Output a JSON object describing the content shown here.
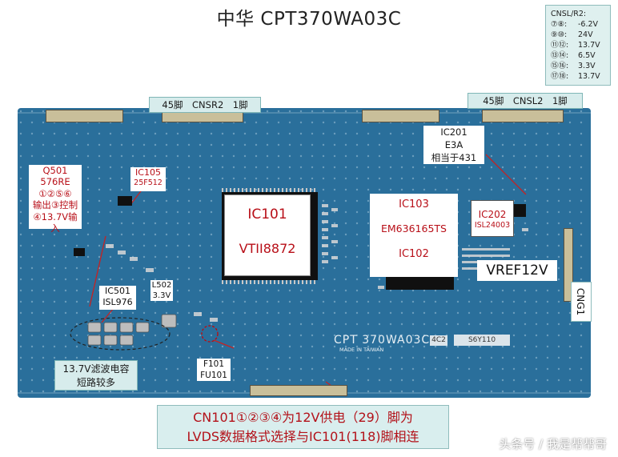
{
  "title": "中华 CPT370WA03C",
  "cnsl_box": {
    "header": "CNSL/R2:",
    "rows": [
      {
        "pins": "⑦⑧:",
        "value": "-6.2V"
      },
      {
        "pins": "⑨⑩:",
        "value": "24V"
      },
      {
        "pins": "⑪⑫:",
        "value": "13.7V"
      },
      {
        "pins": "⑬⑭:",
        "value": "6.5V"
      },
      {
        "pins": "⑮⑯:",
        "value": "3.3V"
      },
      {
        "pins": "⑰⑱:",
        "value": "13.7V"
      }
    ]
  },
  "cnsr2_label": "45脚　CNSR2　1脚",
  "cnsl2_label": "45脚　CNSL2　1脚",
  "ic201": {
    "line1": "IC201",
    "line2": "E3A",
    "line3": "相当于431"
  },
  "q501": {
    "line1": "Q501",
    "line2": "576RE",
    "line3": "①②⑤⑥",
    "line4": "输出③控制",
    "line5": "④13.7V输入"
  },
  "ic105": {
    "line1": "IC105",
    "line2": "25F512"
  },
  "ic101": {
    "line1": "IC101",
    "line2": "VTII8872"
  },
  "ic103": {
    "line1": "IC103",
    "line2": "EM636165TS",
    "line3": "IC102"
  },
  "ic202": {
    "line1": "IC202",
    "line2": "ISL24003"
  },
  "vref": "VREF12V",
  "cng1": "CNG1",
  "ic501": {
    "line1": "IC501",
    "line2": "ISL976"
  },
  "l502": {
    "line1": "L502",
    "line2": "3.3V"
  },
  "f101": {
    "line1": "F101",
    "line2": "FU101"
  },
  "filter_note": {
    "line1": "13.7V滤波电容",
    "line2": "短路较多"
  },
  "silk": {
    "model": "CPT 370WA03C",
    "made_in": "MADE IN TAIWAN",
    "tag1": "4C2",
    "tag2": "S6Y110"
  },
  "cn101_note": {
    "line1": "CN101①②③④为12V供电（29）脚为",
    "line2": "LVDS数据格式选择与IC101(118)脚相连"
  },
  "watermark": "头条号 / 我是帮帮哥",
  "colors": {
    "board": "#2a6f9b",
    "label_red": "#b80f18",
    "label_teal_bg": "#d7ecec"
  }
}
